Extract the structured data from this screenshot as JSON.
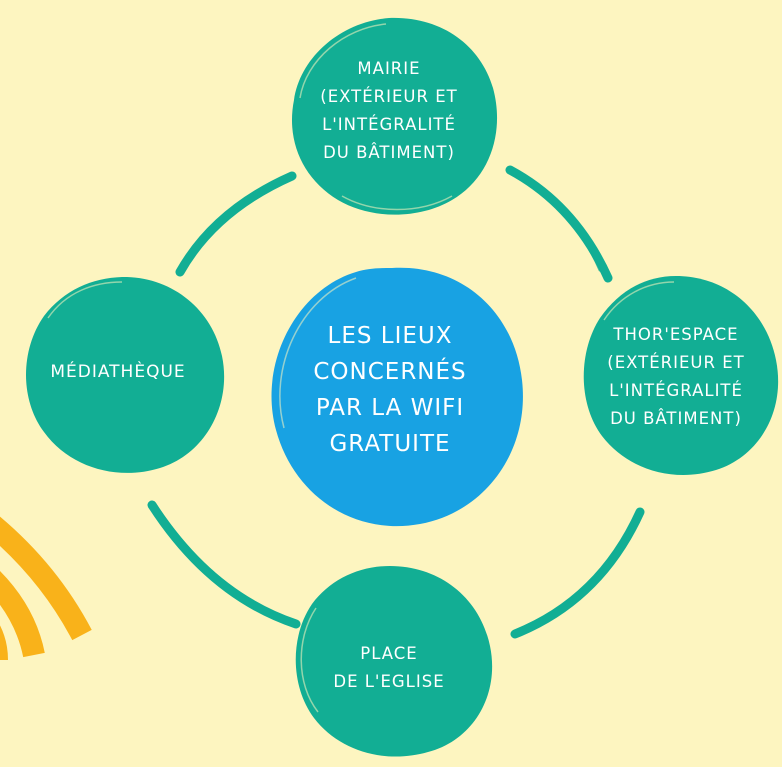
{
  "diagram": {
    "center": {
      "label": "LES LIEUX\nCONCERNÉS\nPAR LA WIFI\nGRATUITE"
    },
    "nodes": [
      {
        "id": "top",
        "label": "MAIRIE\n(EXTÉRIEUR ET\nL'INTÉGRALITÉ\nDU BÂTIMENT)"
      },
      {
        "id": "right",
        "label": "THOR'ESPACE\n(EXTÉRIEUR ET\nL'INTÉGRALITÉ\nDU BÂTIMENT)"
      },
      {
        "id": "bottom",
        "label": "PLACE\nDE L'EGLISE"
      },
      {
        "id": "left",
        "label": "MÉDIATHÈQUE"
      }
    ]
  },
  "colors": {
    "background": "#fdf5c0",
    "node": "#12ae94",
    "center": "#18a2e3",
    "wifi_icon": "#f9b21a",
    "text": "#ffffff"
  },
  "icons": {
    "decoration": "wifi-arcs-icon"
  }
}
